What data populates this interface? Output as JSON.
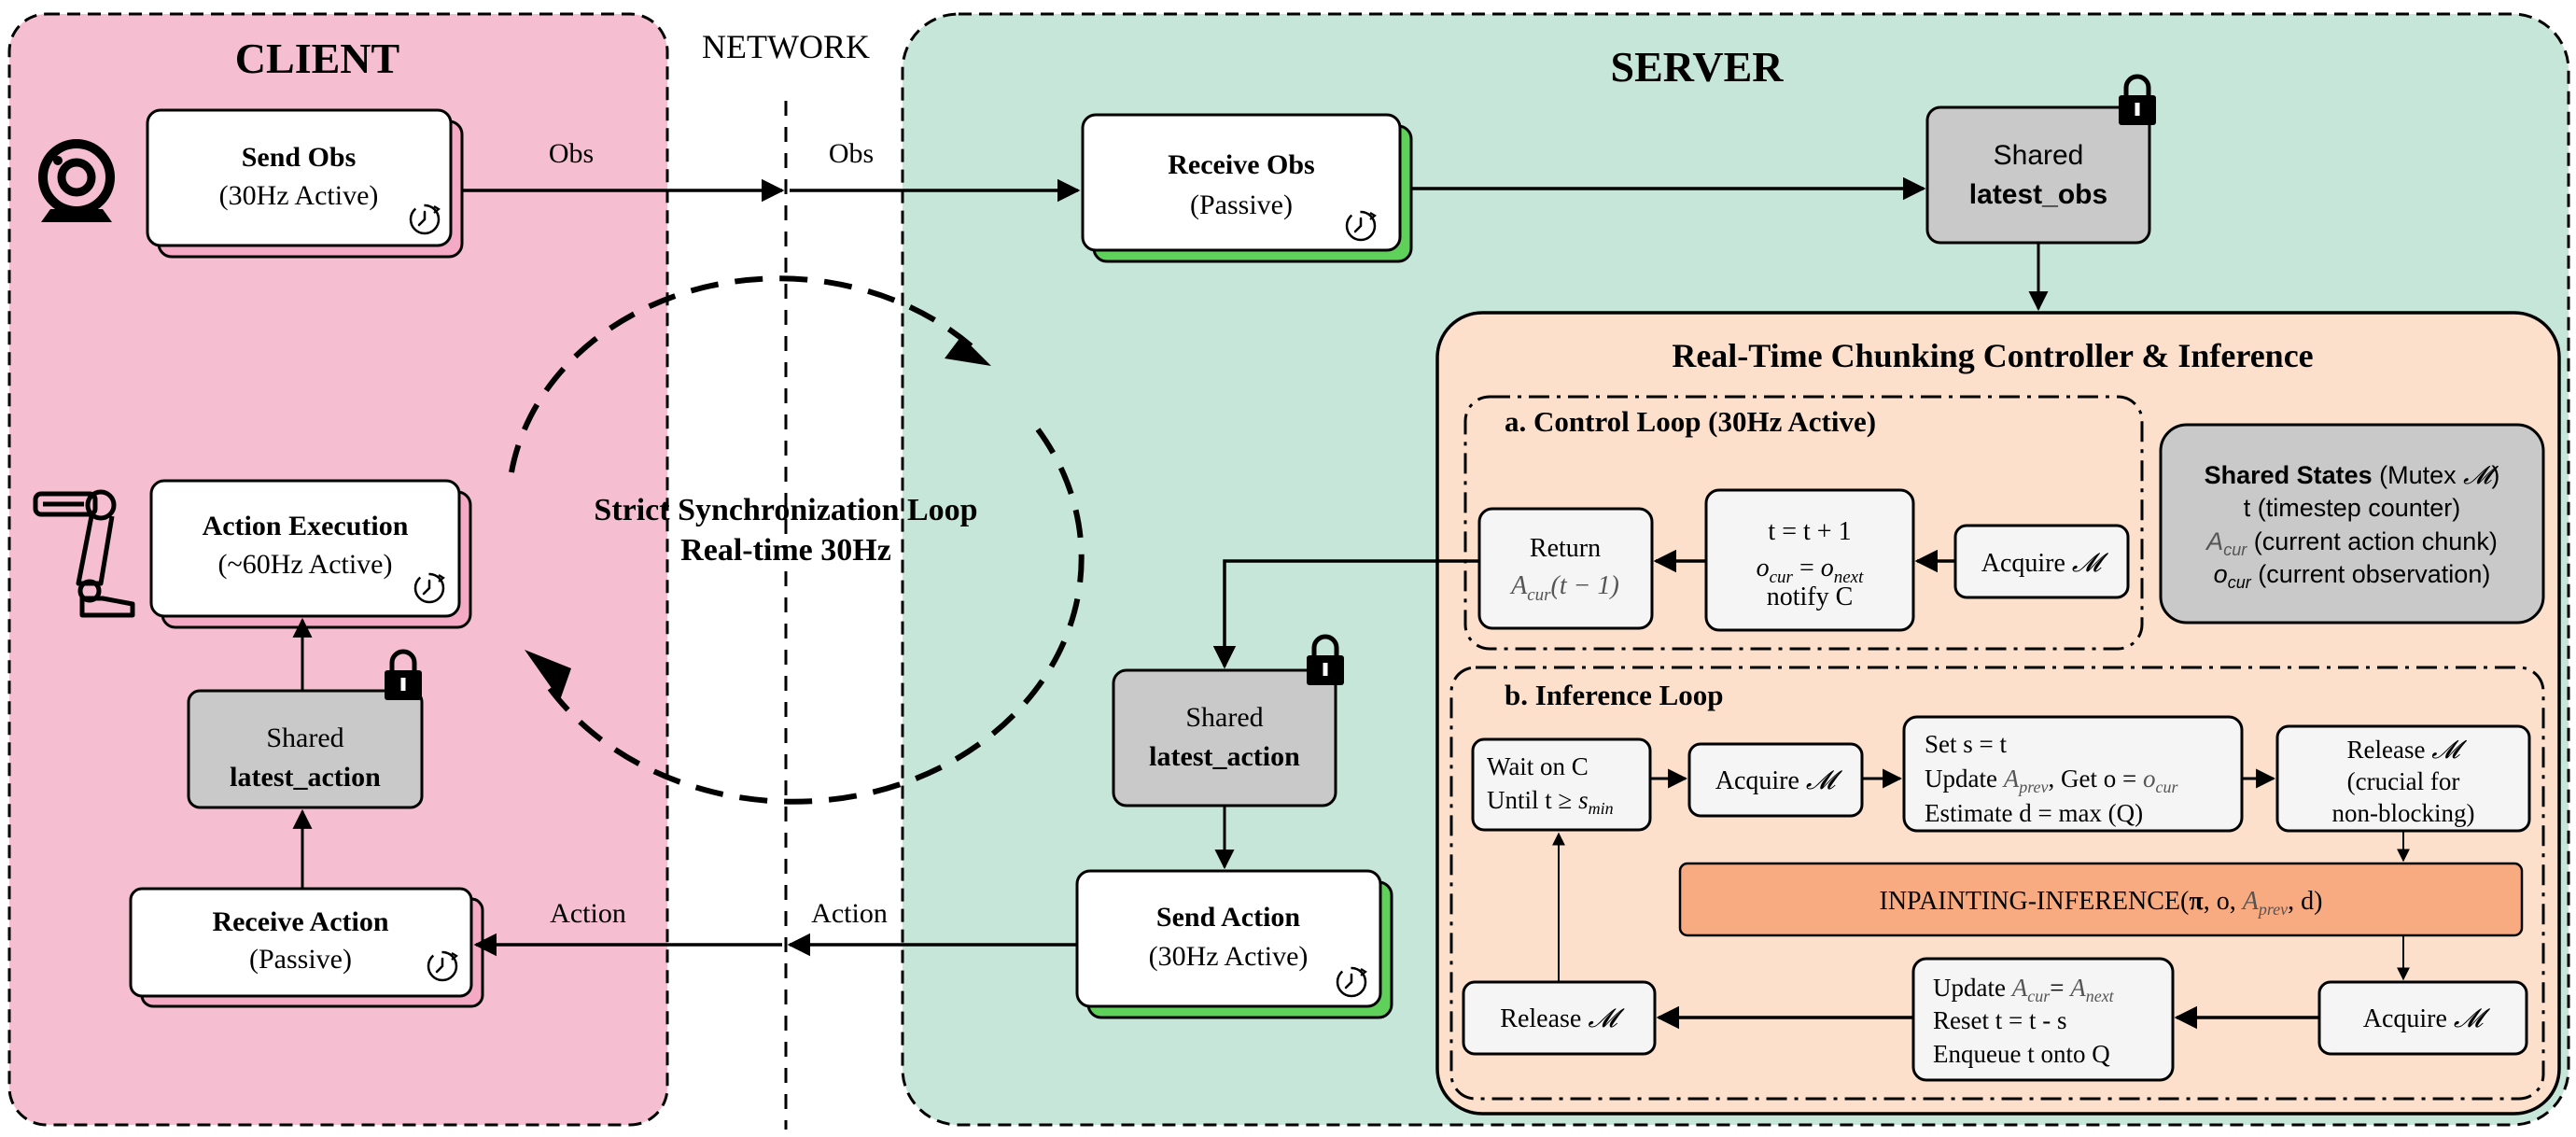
{
  "client": {
    "title": "CLIENT",
    "send_obs": {
      "title": "Send Obs",
      "subtitle": "(30Hz Active)"
    },
    "action_exec": {
      "title": "Action Execution",
      "subtitle": "(~60Hz Active)"
    },
    "shared": {
      "line1": "Shared",
      "line2": "latest_action"
    },
    "receive_action": {
      "title": "Receive Action",
      "subtitle": "(Passive)"
    }
  },
  "network": {
    "title": "NETWORK",
    "obs_label_left": "Obs",
    "obs_label_right": "Obs",
    "action_label_left": "Action",
    "action_label_right": "Action"
  },
  "sync_loop": {
    "line1": "Strict Synchronization Loop",
    "line2": "Real-time 30Hz"
  },
  "server": {
    "title": "SERVER",
    "receive_obs": {
      "title": "Receive Obs",
      "subtitle": "(Passive)"
    },
    "shared_obs": {
      "line1": "Shared",
      "line2": "latest_obs"
    },
    "shared_action": {
      "line1": "Shared",
      "line2": "latest_action"
    },
    "send_action": {
      "title": "Send Action",
      "subtitle": "(30Hz Active)"
    }
  },
  "rtc": {
    "title": "Real-Time Chunking Controller & Inference",
    "control_loop": {
      "title": "a.  Control Loop (30Hz Active)",
      "return_box": {
        "line1": "Return",
        "line2_main": "A",
        "line2_sub": "cur",
        "line2_tail": "(t − 1)"
      },
      "update_box": {
        "line1": "t = t + 1",
        "line2_a": "o",
        "line2_a_sub": "cur",
        "line2_eq": " = ",
        "line2_b": "o",
        "line2_b_sub": "next",
        "line3": "notify C"
      },
      "acquire": {
        "text": "Acquire ",
        "mutex": "𝓜"
      }
    },
    "shared_states": {
      "title": "Shared States",
      "title_tail": " (Mutex ",
      "mutex": "𝓜",
      "close": ")",
      "line2": "t (timestep counter)",
      "line3_sym": "A",
      "line3_sub": "cur",
      "line3_text": " (current action chunk)",
      "line4_sym": "o",
      "line4_sub": "cur",
      "line4_text": " (current observation)"
    },
    "inference_loop": {
      "title": "b.  Inference Loop",
      "wait": {
        "line1": "Wait on C",
        "line2": "Until t ≥ ",
        "line2_sym": "s",
        "line2_sub": "min"
      },
      "acquire1": {
        "text": "Acquire ",
        "mutex": "𝓜"
      },
      "set_box": {
        "line1": "Set s = t",
        "line2_a": "Update ",
        "line2_sym": "A",
        "line2_sub": "prev",
        "line2_b": ", Get o = ",
        "line2_sym2": "o",
        "line2_sub2": "cur",
        "line3": "Estimate d = max (Q)"
      },
      "release1": {
        "line1": "Release ",
        "mutex": "𝓜",
        "line2": "(crucial for",
        "line3": "non-blocking)"
      },
      "inpainting": {
        "pre": "INPAINTING-INFERENCE(",
        "pi": "π",
        "mid": ", o, ",
        "sym": "A",
        "sub": "prev",
        "post": ", d)"
      },
      "acquire2": {
        "text": "Acquire ",
        "mutex": "𝓜"
      },
      "update_box": {
        "line1_a": "Update ",
        "line1_sym": "A",
        "line1_sub": "cur",
        "line1_eq": "= ",
        "line1_sym2": "A",
        "line1_sub2": "next",
        "line2": "Reset t = t - s",
        "line3": "Enqueue t onto Q"
      },
      "release2": {
        "text": "Release ",
        "mutex": "𝓜"
      }
    }
  },
  "colors": {
    "client_bg": "#f6bfd1",
    "server_bg": "#c7e6da",
    "rtc_bg": "#fde0cc",
    "shadow_pink": "#f4aac4",
    "shadow_green": "#5fd05a",
    "shared_gray": "#c9c9c9",
    "inpainting": "#f8ab80"
  }
}
